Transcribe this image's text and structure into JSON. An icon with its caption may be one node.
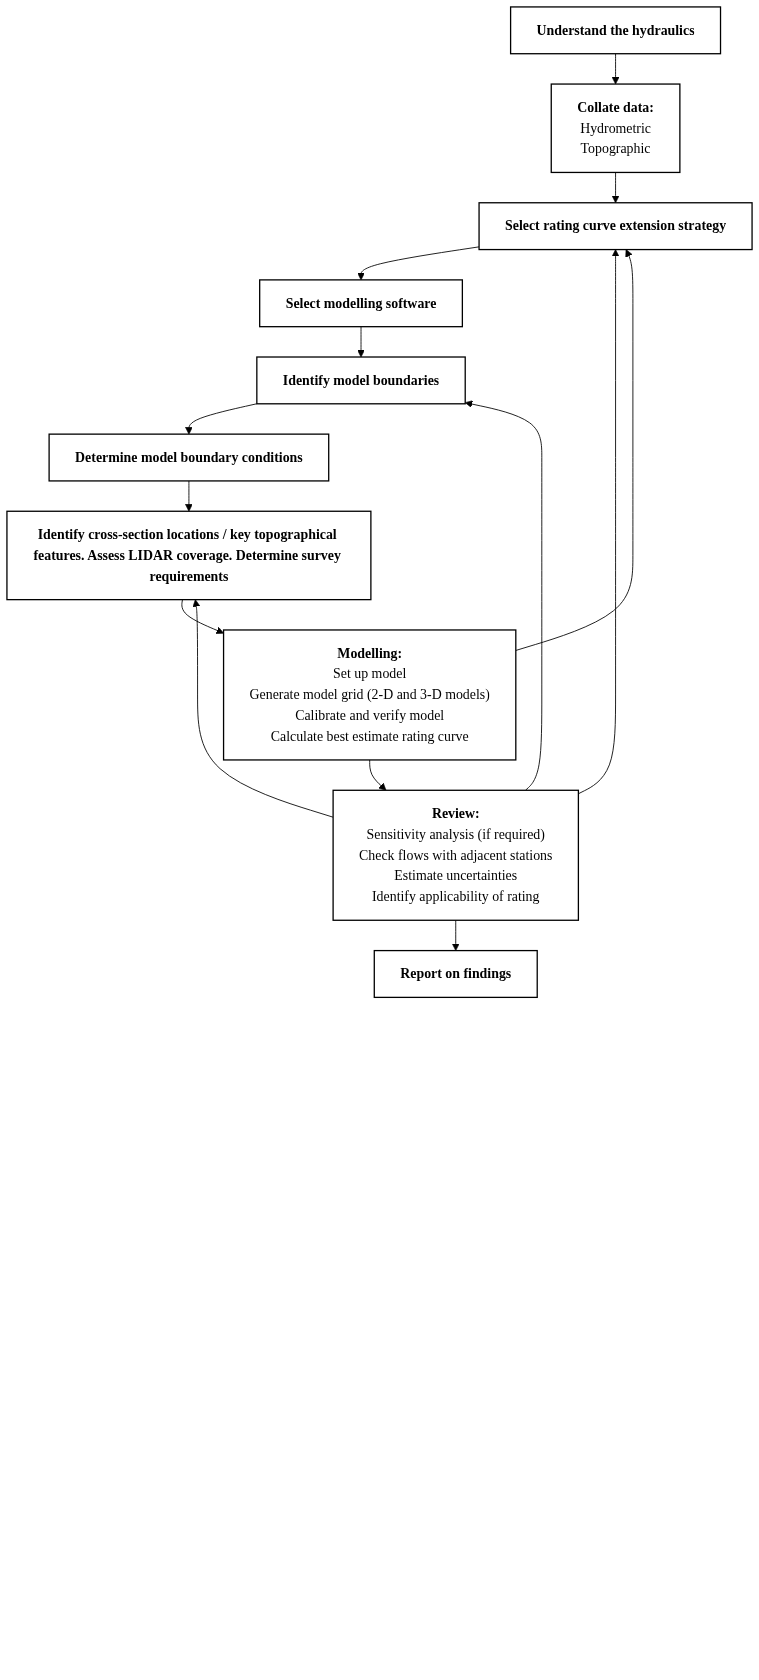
{
  "diagram": {
    "nodes": [
      {
        "text": [
          "Understand the hydraulics"
        ]
      },
      {
        "text": [
          "Collate data:",
          "Hydrometric",
          "Topographic"
        ]
      },
      {
        "text": [
          "Select rating curve extension strategy"
        ]
      },
      {
        "text": [
          "Select modelling software"
        ]
      },
      {
        "text": [
          "Identify model boundaries"
        ]
      },
      {
        "text": [
          "Determine model boundary conditions"
        ]
      },
      {
        "text": [
          "Identify cross-section locations / key topographical features. Assess LIDAR coverage. Determine survey requirements"
        ]
      },
      {
        "text": [
          "Modelling:",
          "Set up model",
          "Generate model grid (2-D and 3-D models)",
          "Calibrate and verify model",
          "Calculate best estimate rating curve"
        ]
      },
      {
        "text": [
          "Review:",
          "Sensitivity analysis (if required)",
          "Check flows with adjacent stations",
          "Estimate uncertainties",
          "Identify applicability of rating"
        ]
      },
      {
        "text": [
          "Report on findings"
        ]
      }
    ],
    "edges": [
      {
        "from": 0,
        "to": 1,
        "arrow": "to"
      },
      {
        "from": 1,
        "to": 2,
        "arrow": "to"
      },
      {
        "from": 2,
        "to": 3,
        "arrow": "to"
      },
      {
        "from": 3,
        "to": 4,
        "arrow": "to"
      },
      {
        "from": 4,
        "to": 5,
        "arrow": "to"
      },
      {
        "from": 5,
        "to": 6,
        "arrow": "to"
      },
      {
        "from": 6,
        "to": 7,
        "arrow": "to"
      },
      {
        "from": 7,
        "to": 8,
        "arrow": "to"
      },
      {
        "from": 8,
        "to": 9,
        "arrow": "to"
      },
      {
        "from": 7,
        "to": 2,
        "arrow": "to"
      },
      {
        "from": 8,
        "to": 2,
        "arrow": "to"
      },
      {
        "from": 8,
        "to": 4,
        "arrow": "to"
      },
      {
        "from": 8,
        "to": 6,
        "arrow": "to"
      }
    ]
  }
}
